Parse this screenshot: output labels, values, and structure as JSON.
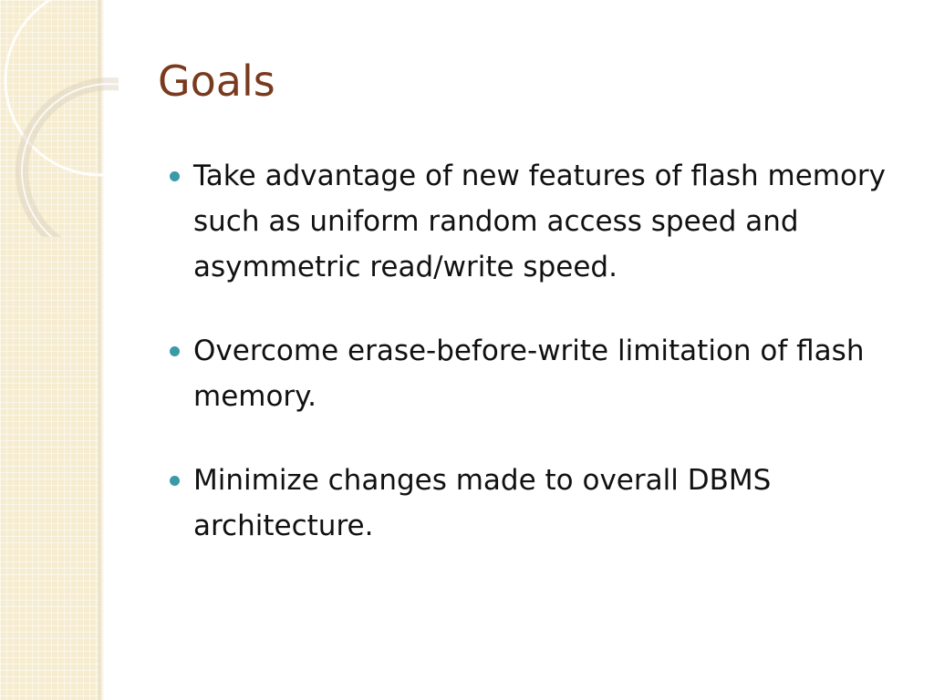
{
  "slide": {
    "title": "Goals",
    "bullets": [
      "Take advantage of new features of flash memory such as uniform random access speed and asymmetric read/write speed.",
      "Overcome erase-before-write limitation of flash memory.",
      "Minimize changes made to overall DBMS architecture."
    ]
  },
  "colors": {
    "title": "#7a3a1e",
    "bullet": "#3b9aa8",
    "band": "#f6ecd0",
    "text": "#111111"
  }
}
